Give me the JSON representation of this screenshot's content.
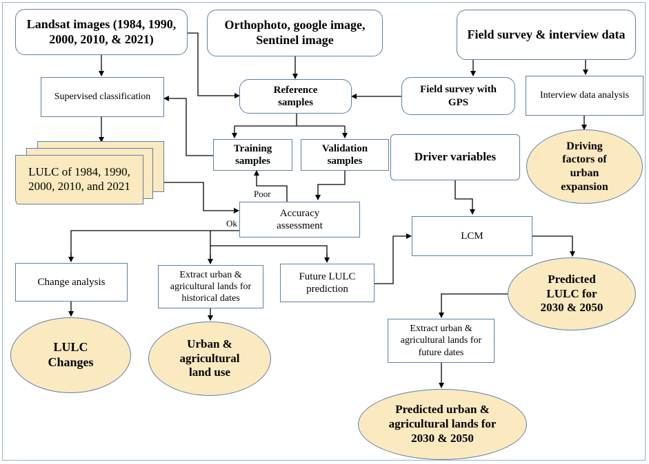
{
  "colors": {
    "box_border": "#5b7fa6",
    "ellipse_fill": "#fbe9c0",
    "arrow": "#000000"
  },
  "nodes": {
    "landsat": "Landsat images (1984, 1990, 2000, 2010, & 2021)",
    "orthophoto": "Orthophoto, google image, Sentinel image",
    "field_interview": "Field survey & interview data",
    "supervised": "Supervised classification",
    "reference": "Reference samples",
    "field_gps": "Field survey with GPS",
    "interview_analysis": "Interview data analysis",
    "driving_factors": "Driving factors of urban expansion",
    "lulc_years": "LULC of 1984, 1990, 2000, 2010, and 2021",
    "training": "Training samples",
    "validation": "Validation samples",
    "driver_variables": "Driver variables",
    "accuracy": "Accuracy assessment",
    "lcm": "LCM",
    "change_analysis": "Change analysis",
    "extract_hist": "Extract urban & agricultural lands for historical dates",
    "future_pred": "Future LULC prediction",
    "predicted_lulc": "Predicted LULC for 2030 & 2050",
    "lulc_changes": "LULC Changes",
    "urban_agri": "Urban & agricultural land use",
    "extract_future": "Extract urban & agricultural lands for future dates",
    "predicted_urban": "Predicted urban & agricultural lands for 2030 & 2050"
  },
  "edge_labels": {
    "poor": "Poor",
    "ok": "Ok"
  }
}
